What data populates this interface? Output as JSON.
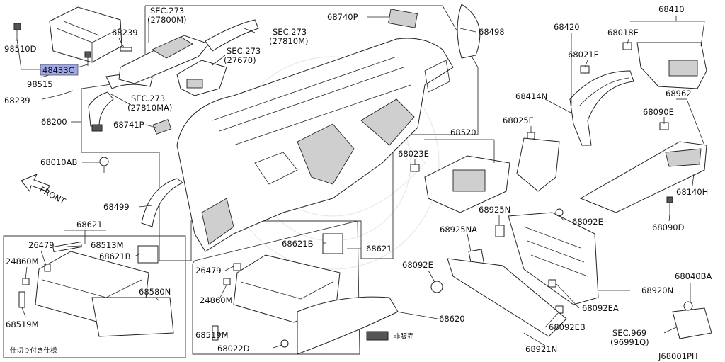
{
  "diagram": {
    "catalog_code": "J68001PH",
    "highlighted_part": "48433C",
    "front_label": "FRONT",
    "note_partition_spec": "仕切り付き仕様",
    "note_not_sold": "非販売",
    "colors": {
      "highlight_fill": "#9ea6e8",
      "line": "#222222",
      "background": "#ffffff"
    },
    "labels": {
      "p98510D": "98510D",
      "p48433C": "48433C",
      "p98515": "98515",
      "p68239a": "68239",
      "p68239b": "68239",
      "p68200": "68200",
      "p68010AB": "68010AB",
      "sec273_27800M_a": "SEC.273",
      "sec273_27800M_b": "(27800M)",
      "sec273_27810M_a": "SEC.273",
      "sec273_27810M_b": "(27810M)",
      "sec273_27670_a": "SEC.273",
      "sec273_27670_b": "(27670)",
      "sec273_27810MA_a": "SEC.273",
      "sec273_27810MA_b": "(27810MA)",
      "p68741P": "68741P",
      "p68740P": "68740P",
      "p68498": "68498",
      "p68499": "68499",
      "p68420": "68420",
      "p68410": "68410",
      "p68018E": "68018E",
      "p68021E": "68021E",
      "p68414N": "68414N",
      "p68962": "68962",
      "p68090E": "68090E",
      "p68025E": "68025E",
      "p68520": "68520",
      "p68023E": "68023E",
      "p68140H": "68140H",
      "p68090D": "68090D",
      "p68925N": "68925N",
      "p68092E_a": "68092E",
      "p68925NA": "68925NA",
      "p68092E_b": "68092E",
      "p68920N": "68920N",
      "p68092EA": "68092EA",
      "p68092EB": "68092EB",
      "p68921N": "68921N",
      "p68040BA": "68040BA",
      "sec969_a": "SEC.969",
      "sec969_b": "(96991Q)",
      "p68621_left": "68621",
      "p26479_left": "26479",
      "p68513M": "68513M",
      "p68621B_left": "68621B",
      "p24860M_left": "24860M",
      "p68580N": "68580N",
      "p68519M_left": "68519M",
      "p68621B_right": "68621B",
      "p68621_right": "68621",
      "p26479_right": "26479",
      "p24860M_right": "24860M",
      "p68519M_right": "68519M",
      "p68022D": "68022D",
      "p68620": "68620"
    }
  }
}
